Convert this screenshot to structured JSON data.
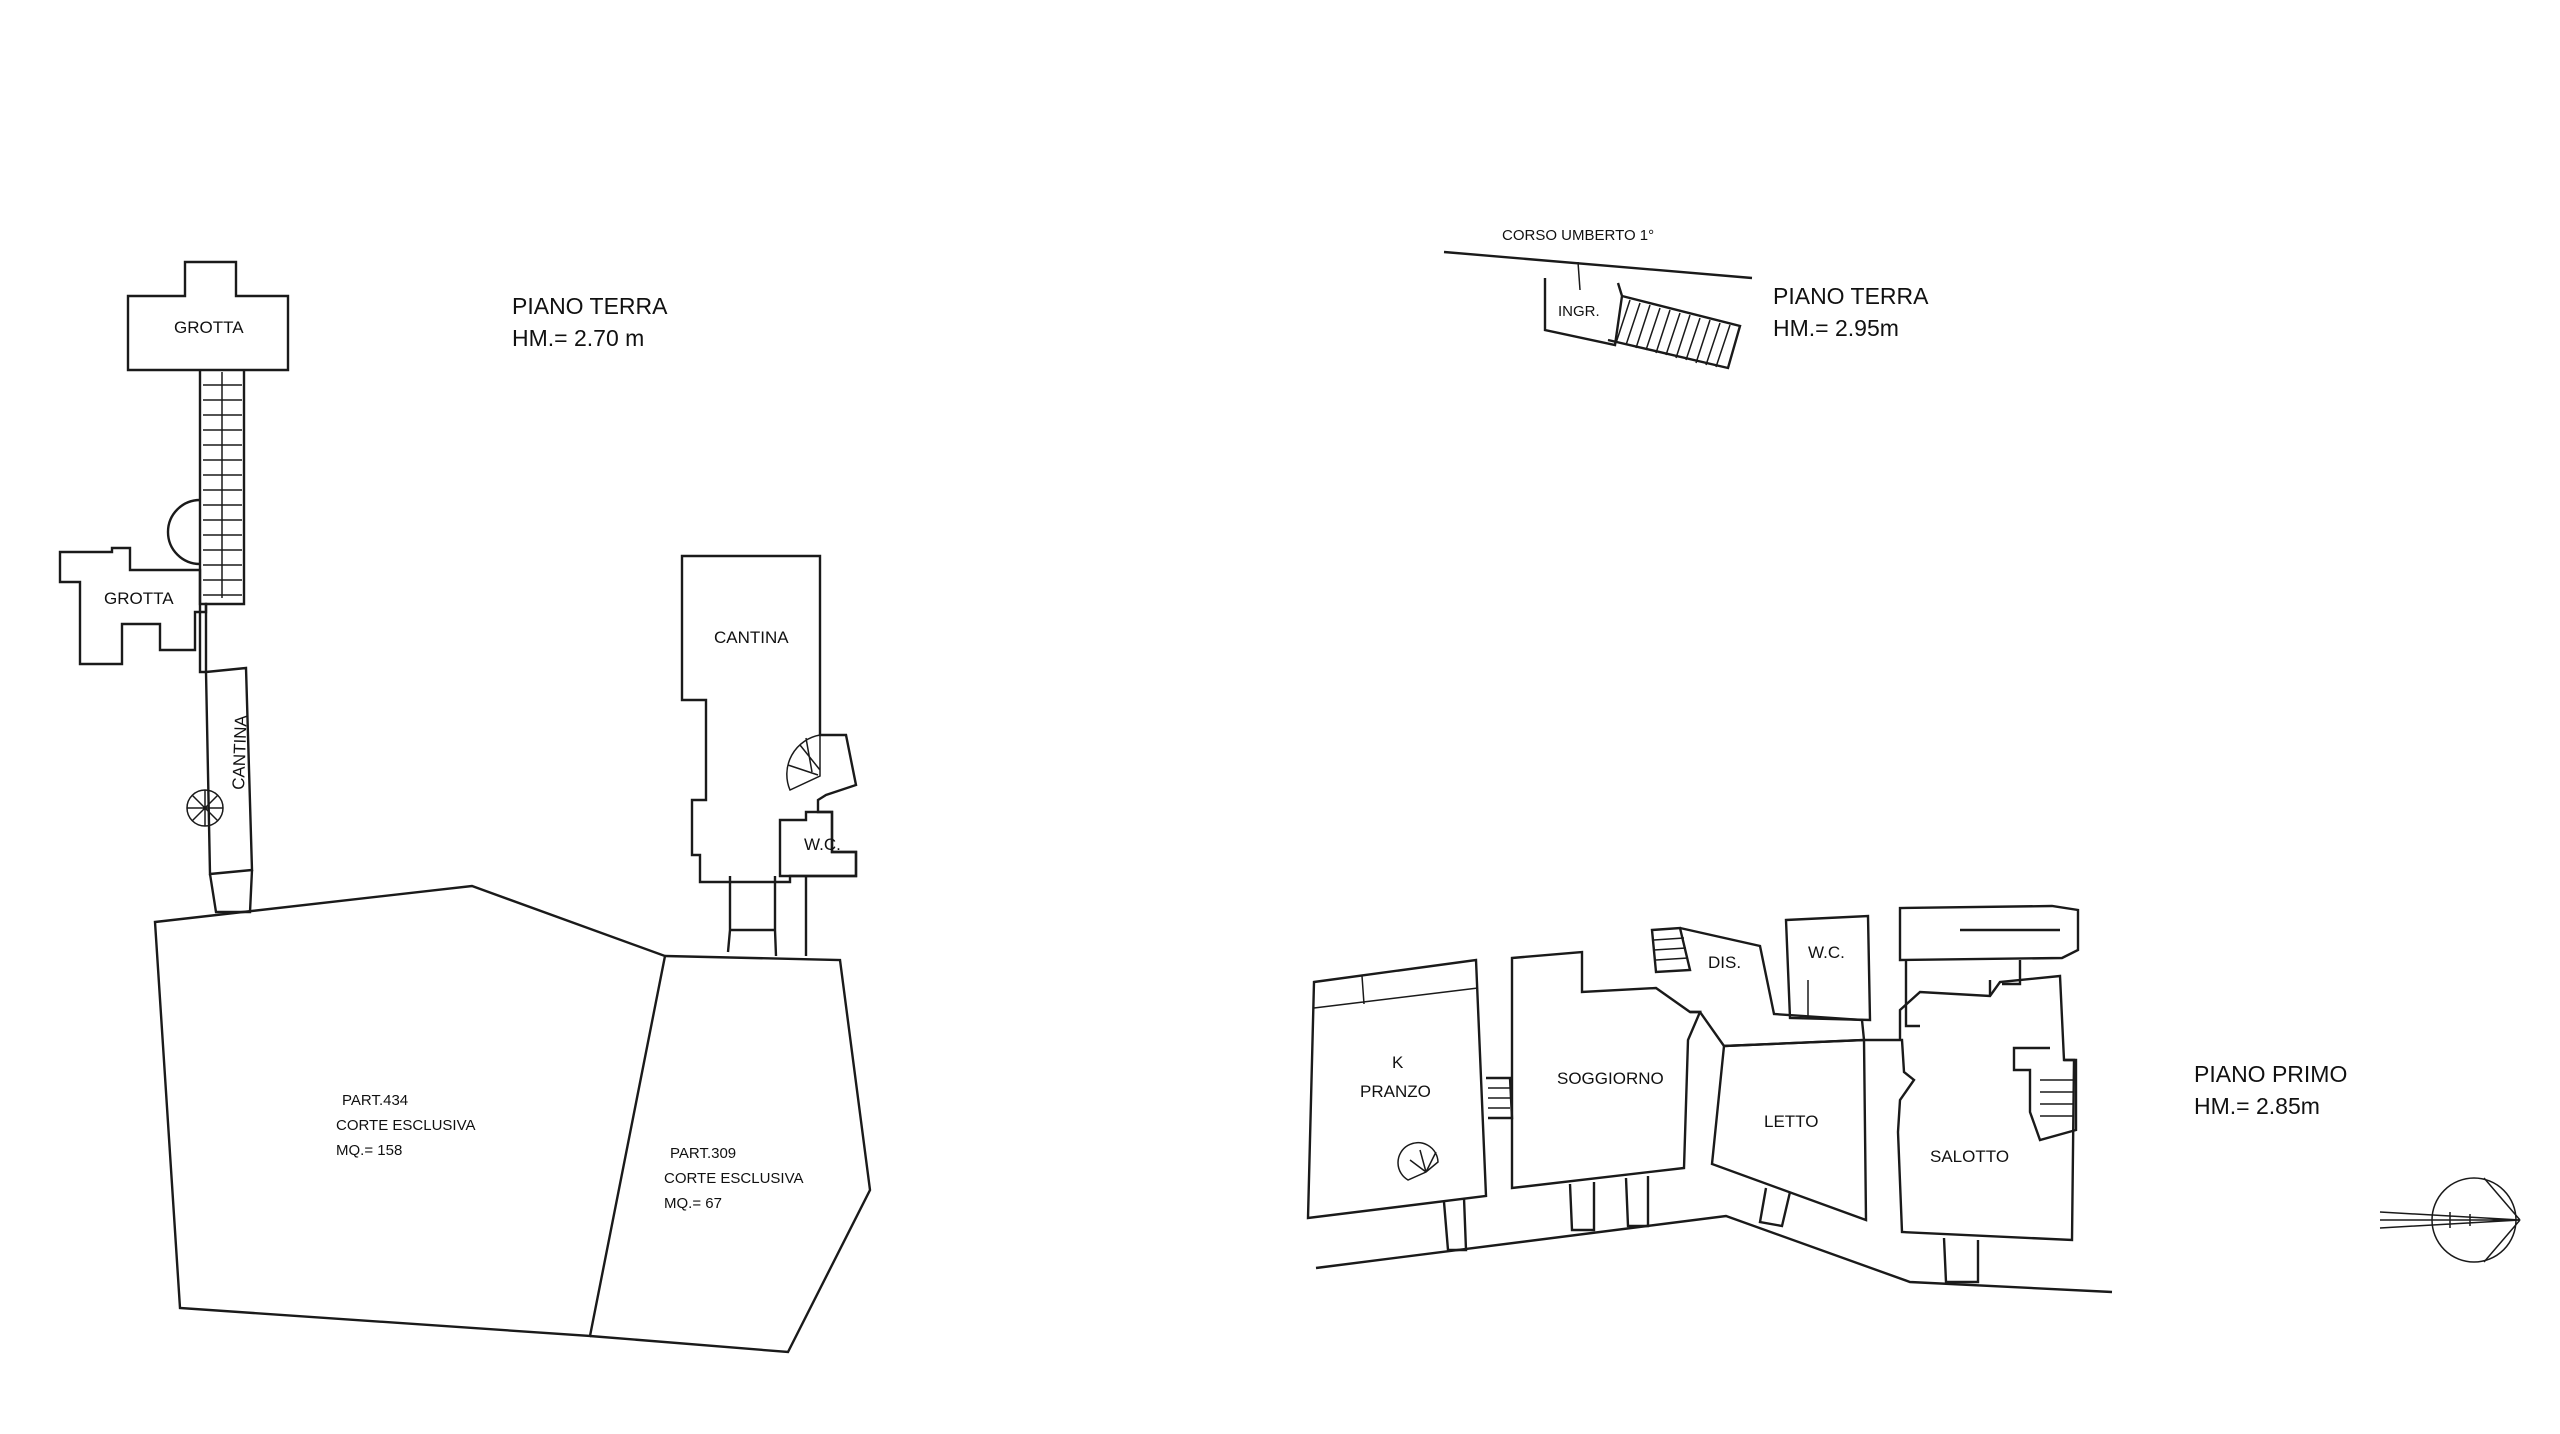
{
  "left_plan": {
    "title": "PIANO TERRA",
    "height": "HM.= 2.70 m",
    "rooms": {
      "grotta_top": "GROTTA",
      "grotta_mid": "GROTTA",
      "cantina_narrow": "CANTINA",
      "cantina_right": "CANTINA",
      "wc": "W.C."
    },
    "courts": {
      "part434": {
        "part": "PART.434",
        "type": "CORTE ESCLUSIVA",
        "area": "MQ.= 158"
      },
      "part309": {
        "part": "PART.309",
        "type": "CORTE ESCLUSIVA",
        "area": "MQ.= 67"
      }
    }
  },
  "entrance_plan": {
    "street": "CORSO UMBERTO 1°",
    "room": "INGR.",
    "title": "PIANO TERRA",
    "height": "HM.= 2.95m"
  },
  "first_floor": {
    "title": "PIANO PRIMO",
    "height": "HM.= 2.85m",
    "rooms": {
      "k": "K",
      "pranzo": "PRANZO",
      "soggiorno": "SOGGIORNO",
      "dis": "DIS.",
      "wc": "W.C.",
      "letto": "LETTO",
      "salotto": "SALOTTO"
    }
  }
}
